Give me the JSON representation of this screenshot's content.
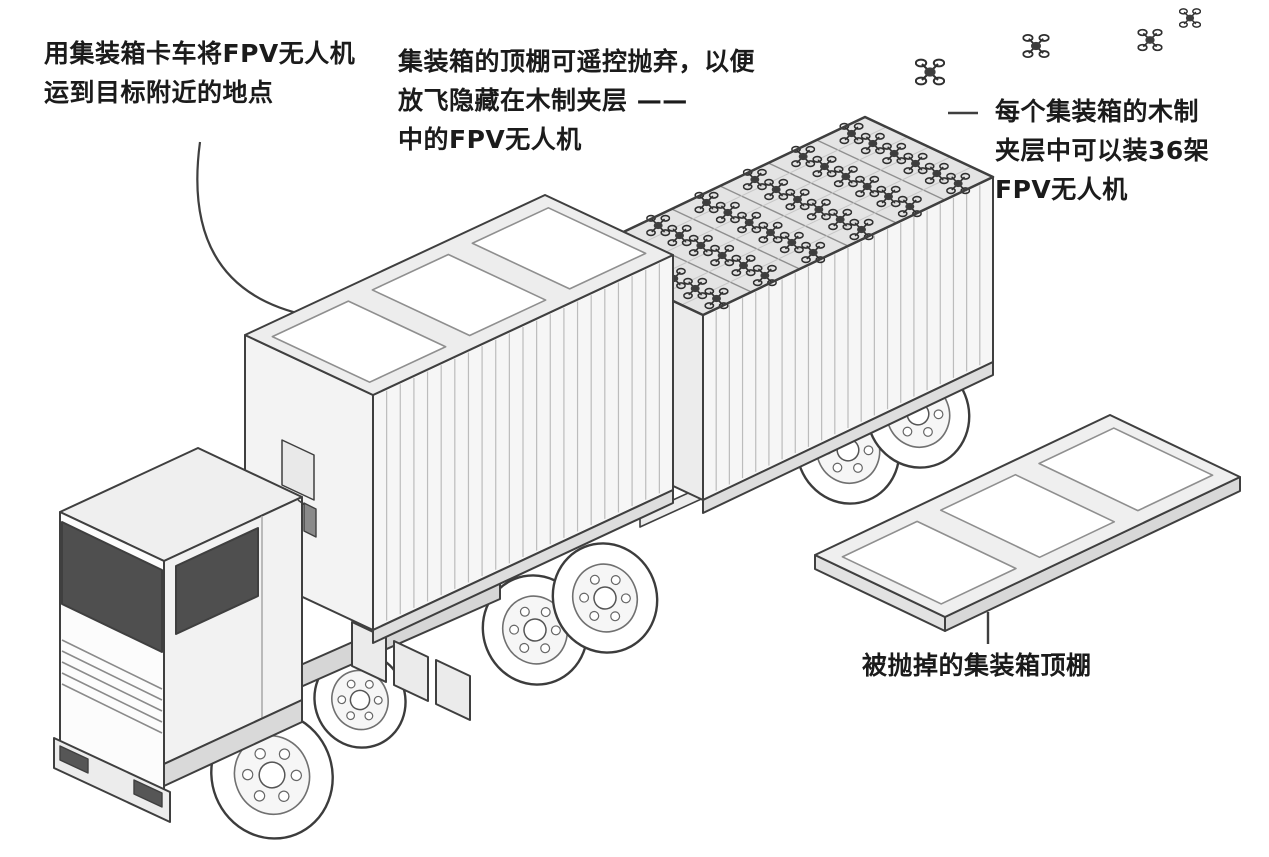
{
  "figure": {
    "background_color": "#ffffff",
    "ink_color": "#3a3a3a",
    "window_glass_color": "#4f4f4f"
  },
  "annotations": {
    "transport": {
      "lines": [
        "用集装箱卡车将FPV无人机",
        "运到目标附近的地点"
      ]
    },
    "roof_release": {
      "lines": [
        "集装箱的顶棚可遥控抛弃，以便",
        "放飞隐藏在木制夹层 ——",
        "中的FPV无人机"
      ]
    },
    "capacity": {
      "lines": [
        "每个集装箱的木制",
        "夹层中可以装36架",
        "FPV无人机"
      ]
    },
    "discarded_roof": {
      "lines": [
        "被抛掉的集装箱顶棚"
      ]
    }
  },
  "scene": {
    "drone_grid": {
      "rows": 6,
      "cols": 6,
      "total_drones": 36
    },
    "flying_drones": 4,
    "truck_roof_panels": 3,
    "discarded_roof_panels": 3
  }
}
